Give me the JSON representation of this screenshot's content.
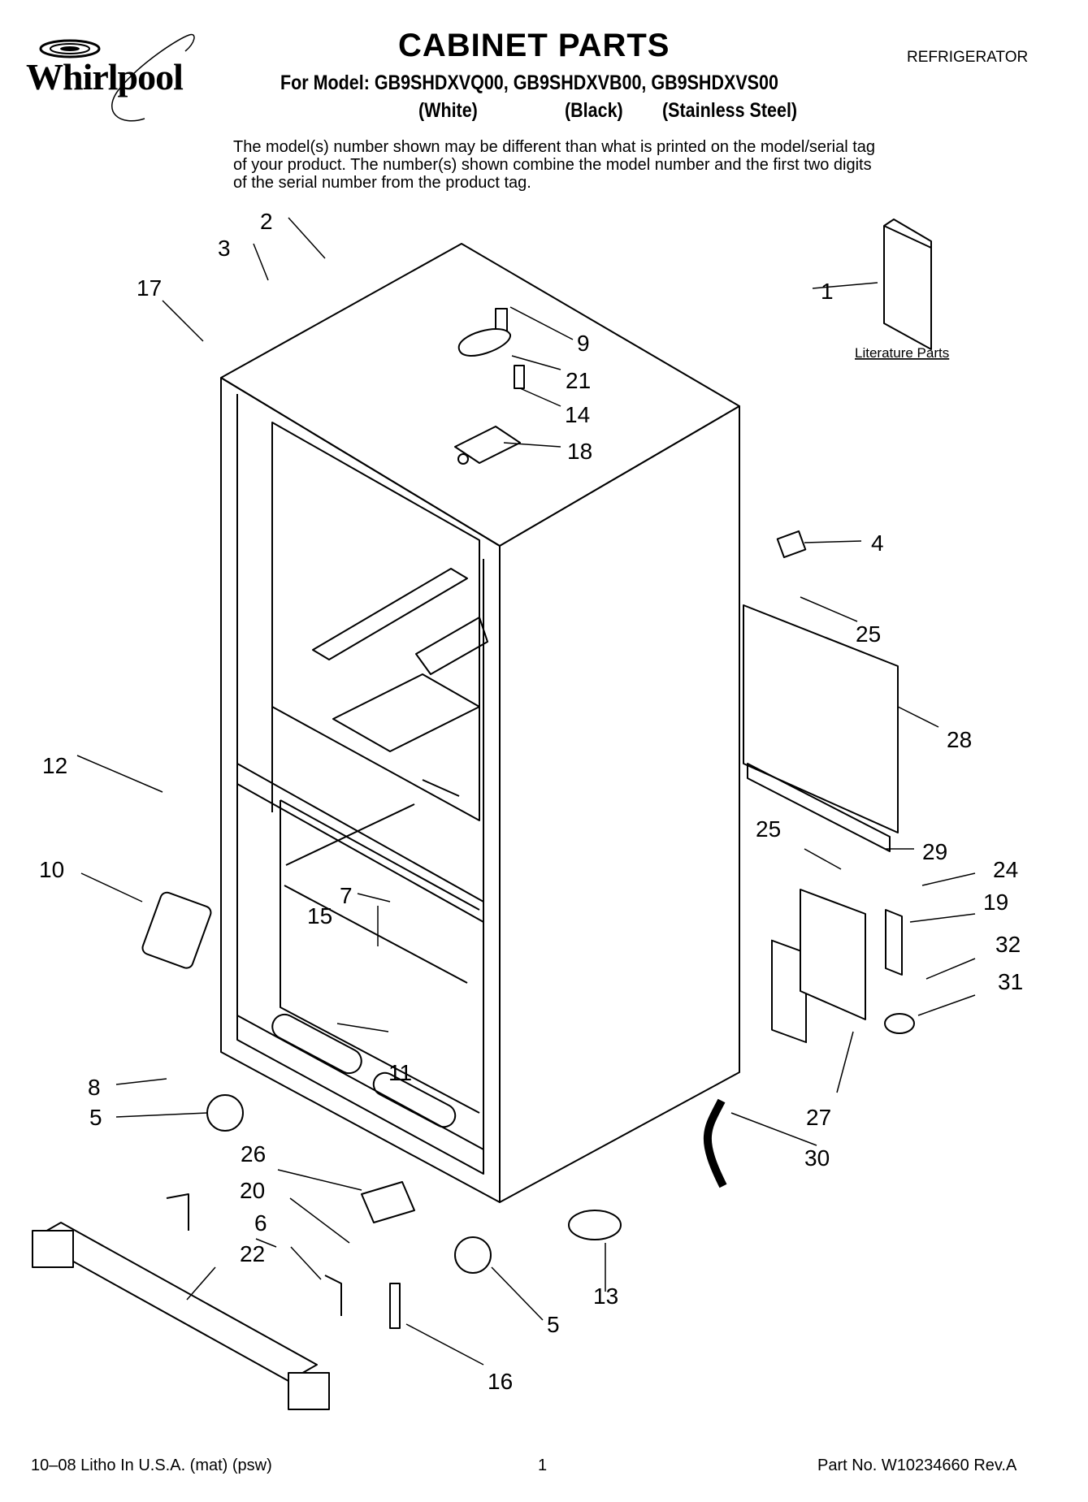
{
  "header": {
    "brand": "Whirlpool",
    "title": "CABINET PARTS",
    "category": "REFRIGERATOR",
    "model_line": "For Model: GB9SHDXVQ00, GB9SHDXVB00, GB9SHDXVS00",
    "variants": [
      "(White)",
      "(Black)",
      "(Stainless Steel)"
    ],
    "note": "The model(s) number shown may be different than what is printed on the model/serial tag of your product. The number(s) shown combine the model number and the first two digits of the serial number from the product tag."
  },
  "literature_label": "Literature Parts",
  "callouts": [
    "1",
    "2",
    "3",
    "4",
    "5",
    "5",
    "6",
    "7",
    "8",
    "9",
    "10",
    "11",
    "12",
    "13",
    "14",
    "15",
    "16",
    "17",
    "18",
    "19",
    "20",
    "21",
    "22",
    "24",
    "25",
    "25",
    "26",
    "27",
    "28",
    "29",
    "30",
    "31",
    "32"
  ],
  "footer": {
    "left": "10–08 Litho In U.S.A. (mat) (psw)",
    "center": "1",
    "right": "Part No. W10234660 Rev.A"
  }
}
